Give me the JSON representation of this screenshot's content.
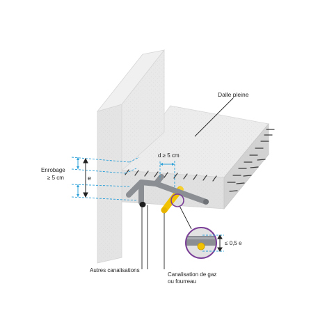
{
  "labels": {
    "slab": "Dalle pleine",
    "spacing": "d ≥ 5 cm",
    "cover_line1": "Enrobage",
    "cover_line2": "≥ 5 cm",
    "thickness": "e",
    "detail_limit": "≤ 0,5 e",
    "other_pipes": "Autres canalisations",
    "gas_pipe_line1": "Canalisation de gaz",
    "gas_pipe_line2": "ou fourreau"
  },
  "colors": {
    "concrete_light": "#eeeeee",
    "concrete_mid": "#e2e2e2",
    "concrete_dark": "#d3d3d3",
    "dimension": "#2a9fd8",
    "gas_pipe": "#f2c200",
    "steel_pipe": "#8b8f93",
    "highlight_ring": "#7b3f98",
    "text": "#222222"
  }
}
